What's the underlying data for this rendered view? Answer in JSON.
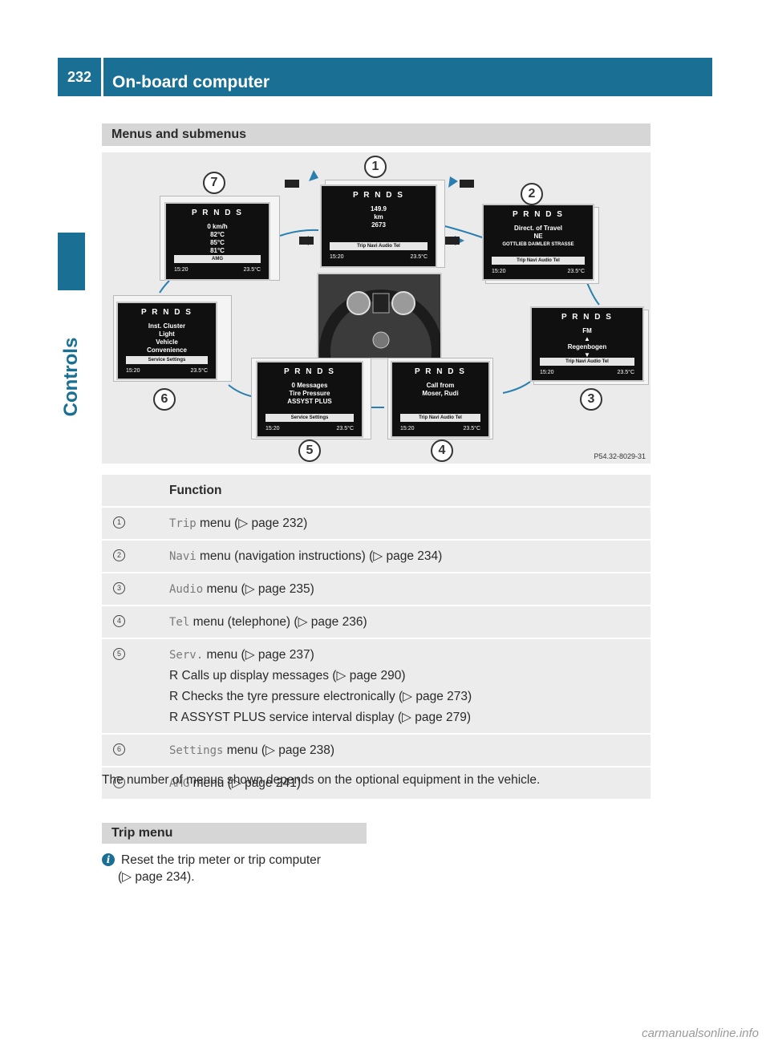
{
  "header": {
    "page_number": "232",
    "title": "On-board computer"
  },
  "sidebar": {
    "label": "Controls"
  },
  "section": {
    "title": "Menus and submenus"
  },
  "diagram": {
    "figure_ref": "P54.32-8029-31",
    "gear_label": "P R N D S",
    "screens": {
      "trip": {
        "lines": [
          "149.9",
          "km",
          "2673"
        ],
        "menu": "Trip  Navi  Audio  Tel",
        "time": "15:20",
        "temp": "23.5°C"
      },
      "navi": {
        "lines": [
          "Direct. of Travel",
          "NE",
          "GOTTLIEB DAIMLER STRASSE"
        ],
        "menu": "Trip  Navi  Audio  Tel",
        "time": "15:20",
        "temp": "23.5°C"
      },
      "audio": {
        "lines": [
          "FM",
          "▲",
          "Regenbogen",
          "▼"
        ],
        "menu": "Trip  Navi  Audio  Tel",
        "time": "15:20",
        "temp": "23.5°C"
      },
      "tel": {
        "lines": [
          "Call from",
          "Moser, Rudi"
        ],
        "menu": "Trip  Navi  Audio  Tel",
        "time": "15:20",
        "temp": "23.5°C"
      },
      "serv": {
        "lines": [
          "0 Messages",
          "Tire Pressure",
          "ASSYST PLUS"
        ],
        "menu": "Service   Settings",
        "time": "15:20",
        "temp": "23.5°C"
      },
      "settings": {
        "lines": [
          "Inst. Cluster",
          "Light",
          "Vehicle",
          "Convenience"
        ],
        "menu": "Service   Settings",
        "time": "15:20",
        "temp": "23.5°C"
      },
      "amg": {
        "lines": [
          "0 km/h",
          "82°C",
          "85°C",
          "81°C"
        ],
        "menu": "AMG",
        "time": "15:20",
        "temp": "23.5°C"
      }
    },
    "callouts": [
      "1",
      "2",
      "3",
      "4",
      "5",
      "6",
      "7"
    ]
  },
  "table": {
    "header": "Function",
    "rows": [
      {
        "num": "1",
        "code": "Trip",
        "text": " menu (▷ page 232)",
        "bullets": []
      },
      {
        "num": "2",
        "code": "Navi",
        "text": " menu (navigation instructions) (▷ page 234)",
        "bullets": []
      },
      {
        "num": "3",
        "code": "Audio",
        "text": " menu (▷ page 235)",
        "bullets": []
      },
      {
        "num": "4",
        "code": "Tel",
        "text": " menu (telephone) (▷ page 236)",
        "bullets": []
      },
      {
        "num": "5",
        "code": "Serv.",
        "text": " menu (▷ page 237)",
        "bullets": [
          "R Calls up display messages (▷ page 290)",
          "R Checks the tyre pressure electronically (▷ page 273)",
          "R ASSYST PLUS service interval display (▷ page 279)"
        ]
      },
      {
        "num": "6",
        "code": "Settings",
        "text": " menu (▷ page 238)",
        "bullets": []
      },
      {
        "num": "7",
        "code": "AMG",
        "text": " menu (▷ page 241)",
        "bullets": []
      }
    ]
  },
  "note": "The number of menus shown depends on the optional equipment in the vehicle.",
  "trip_menu": {
    "title": "Trip menu",
    "info_line1": "Reset the trip meter or trip computer",
    "info_line2": "(▷ page 234)."
  },
  "watermark": "carmanualsonline.info"
}
